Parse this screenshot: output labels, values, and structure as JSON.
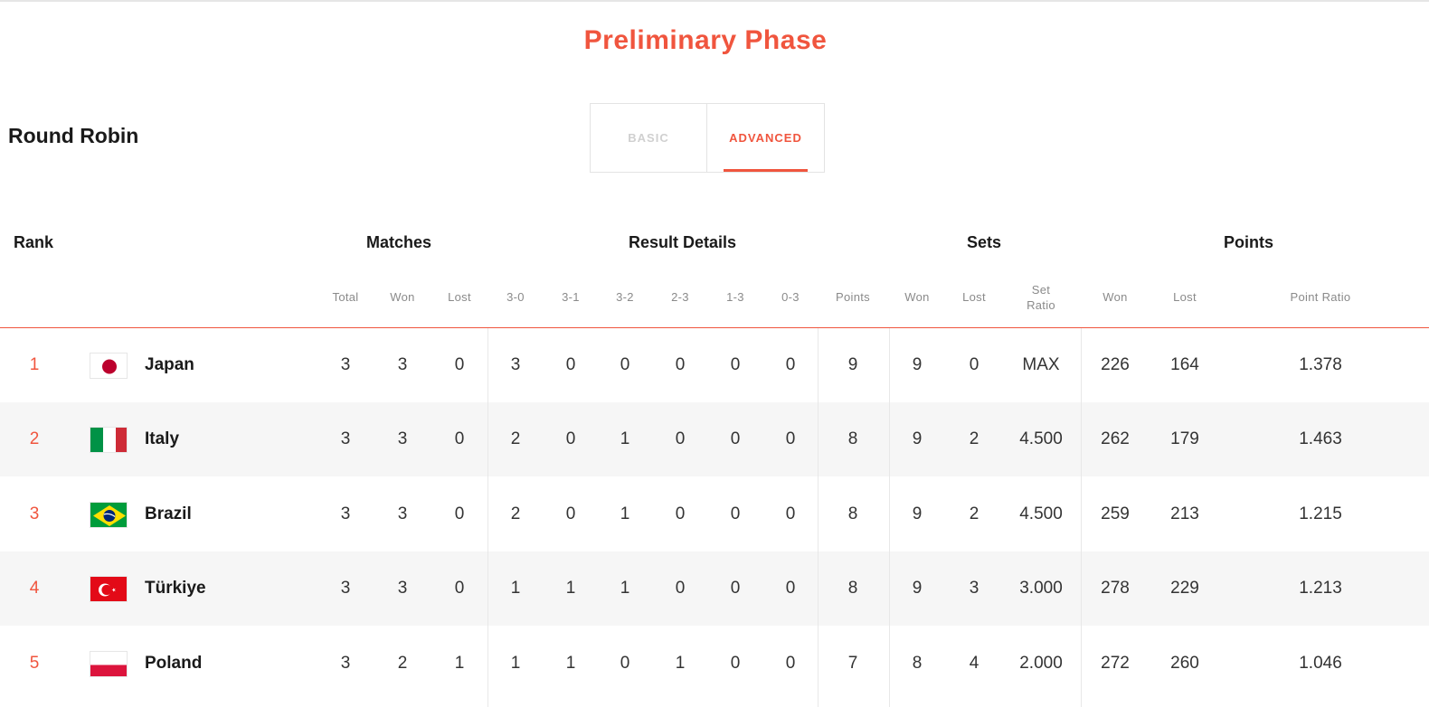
{
  "phase_title": "Preliminary Phase",
  "section_title": "Round Robin",
  "toggle": {
    "basic": "BASIC",
    "advanced": "ADVANCED"
  },
  "groups": {
    "rank": "Rank",
    "matches": "Matches",
    "result_details": "Result Details",
    "sets": "Sets",
    "points": "Points"
  },
  "columns": {
    "total": "Total",
    "won": "Won",
    "lost": "Lost",
    "r30": "3-0",
    "r31": "3-1",
    "r32": "3-2",
    "r23": "2-3",
    "r13": "1-3",
    "r03": "0-3",
    "points": "Points",
    "sets_won": "Won",
    "sets_lost": "Lost",
    "set_ratio_1": "Set",
    "set_ratio_2": "Ratio",
    "pts_won": "Won",
    "pts_lost": "Lost",
    "point_ratio": "Point Ratio"
  },
  "rows": [
    {
      "rank": "1",
      "flag": "japan-flag",
      "team": "Japan",
      "total": "3",
      "won": "3",
      "lost": "0",
      "r30": "3",
      "r31": "0",
      "r32": "0",
      "r23": "0",
      "r13": "0",
      "r03": "0",
      "points": "9",
      "sets_won": "9",
      "sets_lost": "0",
      "set_ratio": "MAX",
      "pts_won": "226",
      "pts_lost": "164",
      "point_ratio": "1.378"
    },
    {
      "rank": "2",
      "flag": "italy-flag",
      "team": "Italy",
      "total": "3",
      "won": "3",
      "lost": "0",
      "r30": "2",
      "r31": "0",
      "r32": "1",
      "r23": "0",
      "r13": "0",
      "r03": "0",
      "points": "8",
      "sets_won": "9",
      "sets_lost": "2",
      "set_ratio": "4.500",
      "pts_won": "262",
      "pts_lost": "179",
      "point_ratio": "1.463"
    },
    {
      "rank": "3",
      "flag": "brazil-flag",
      "team": "Brazil",
      "total": "3",
      "won": "3",
      "lost": "0",
      "r30": "2",
      "r31": "0",
      "r32": "1",
      "r23": "0",
      "r13": "0",
      "r03": "0",
      "points": "8",
      "sets_won": "9",
      "sets_lost": "2",
      "set_ratio": "4.500",
      "pts_won": "259",
      "pts_lost": "213",
      "point_ratio": "1.215"
    },
    {
      "rank": "4",
      "flag": "turkiye-flag",
      "team": "Türkiye",
      "total": "3",
      "won": "3",
      "lost": "0",
      "r30": "1",
      "r31": "1",
      "r32": "1",
      "r23": "0",
      "r13": "0",
      "r03": "0",
      "points": "8",
      "sets_won": "9",
      "sets_lost": "3",
      "set_ratio": "3.000",
      "pts_won": "278",
      "pts_lost": "229",
      "point_ratio": "1.213"
    },
    {
      "rank": "5",
      "flag": "poland-flag",
      "team": "Poland",
      "total": "3",
      "won": "2",
      "lost": "1",
      "r30": "1",
      "r31": "1",
      "r32": "0",
      "r23": "1",
      "r13": "0",
      "r03": "0",
      "points": "7",
      "sets_won": "8",
      "sets_lost": "4",
      "set_ratio": "2.000",
      "pts_won": "272",
      "pts_lost": "260",
      "point_ratio": "1.046"
    }
  ],
  "colors": {
    "accent": "#f0553e"
  }
}
